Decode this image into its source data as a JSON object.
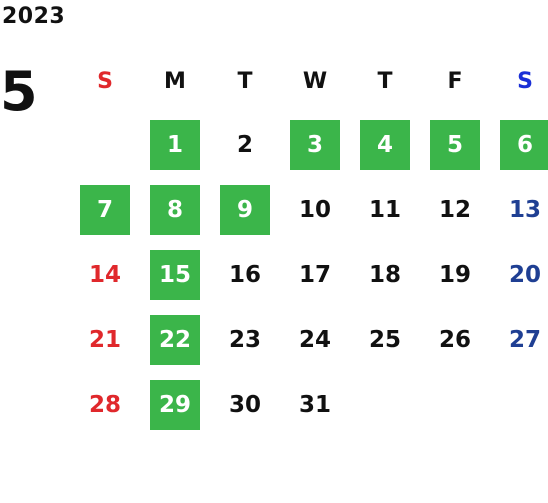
{
  "header": {
    "year": "2023",
    "month": "5"
  },
  "colors": {
    "highlight": "#3bb54a",
    "sunday": "#e0282c",
    "saturday_header": "#1a2fd6",
    "saturday": "#1f3f93",
    "weekday": "#111111",
    "highlight_text": "#ffffff"
  },
  "weekdays": [
    {
      "label": "S",
      "kind": "sunday"
    },
    {
      "label": "M",
      "kind": "weekday"
    },
    {
      "label": "T",
      "kind": "weekday"
    },
    {
      "label": "W",
      "kind": "weekday"
    },
    {
      "label": "T",
      "kind": "weekday"
    },
    {
      "label": "F",
      "kind": "weekday"
    },
    {
      "label": "S",
      "kind": "saturday_header"
    }
  ],
  "weeks": [
    [
      null,
      {
        "day": "1",
        "highlight": true
      },
      {
        "day": "2",
        "highlight": false
      },
      {
        "day": "3",
        "highlight": true
      },
      {
        "day": "4",
        "highlight": true
      },
      {
        "day": "5",
        "highlight": true
      },
      {
        "day": "6",
        "highlight": true
      }
    ],
    [
      {
        "day": "7",
        "highlight": true
      },
      {
        "day": "8",
        "highlight": true
      },
      {
        "day": "9",
        "highlight": true
      },
      {
        "day": "10",
        "highlight": false
      },
      {
        "day": "11",
        "highlight": false
      },
      {
        "day": "12",
        "highlight": false
      },
      {
        "day": "13",
        "highlight": false
      }
    ],
    [
      {
        "day": "14",
        "highlight": false
      },
      {
        "day": "15",
        "highlight": true
      },
      {
        "day": "16",
        "highlight": false
      },
      {
        "day": "17",
        "highlight": false
      },
      {
        "day": "18",
        "highlight": false
      },
      {
        "day": "19",
        "highlight": false
      },
      {
        "day": "20",
        "highlight": false
      }
    ],
    [
      {
        "day": "21",
        "highlight": false
      },
      {
        "day": "22",
        "highlight": true
      },
      {
        "day": "23",
        "highlight": false
      },
      {
        "day": "24",
        "highlight": false
      },
      {
        "day": "25",
        "highlight": false
      },
      {
        "day": "26",
        "highlight": false
      },
      {
        "day": "27",
        "highlight": false
      }
    ],
    [
      {
        "day": "28",
        "highlight": false
      },
      {
        "day": "29",
        "highlight": true
      },
      {
        "day": "30",
        "highlight": false
      },
      {
        "day": "31",
        "highlight": false
      },
      null,
      null,
      null
    ]
  ]
}
